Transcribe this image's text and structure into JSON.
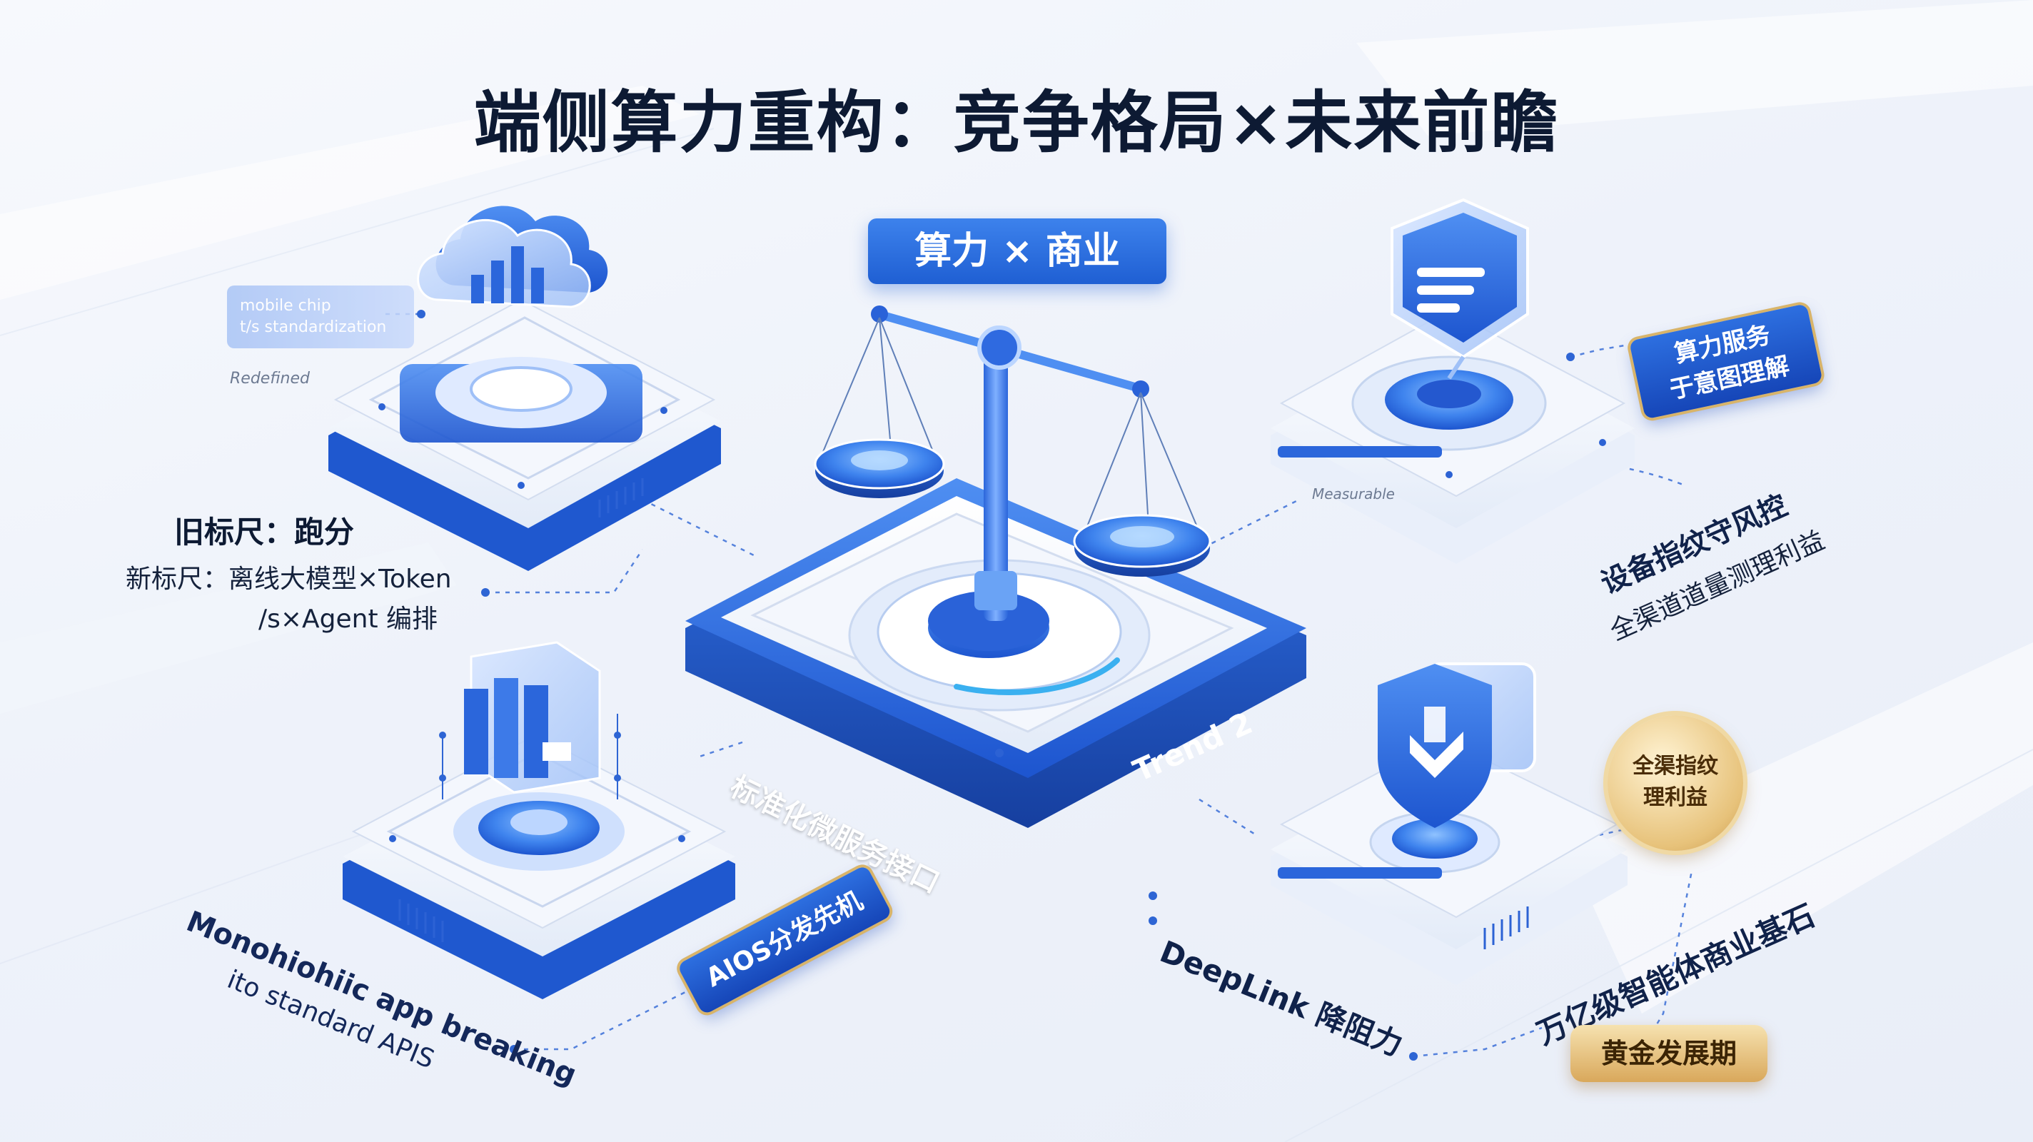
{
  "title": "端侧算力重构：竞争格局×未来前瞻",
  "center": {
    "pill": "算力 × 商业",
    "platform_text": "标准化微服务接口",
    "trend_label": "Trend 2"
  },
  "top_left": {
    "badge_line1": "mobile chip",
    "badge_line2": "t/s standardization",
    "sub_text": "Redefined",
    "old_metric": "旧标尺：跑分",
    "new_metric_line1": "新标尺：离线大模型×Token",
    "new_metric_line2": "/s×Agent 编排"
  },
  "bottom_left": {
    "caption_line1": "Monohiohiic app breaking",
    "caption_line2": "ito standard APIS",
    "tag": "AIOS分发先机"
  },
  "top_right": {
    "tag_line1": "算力服务",
    "tag_line2": "于意图理解",
    "device_label": "Measurable",
    "line1": "设备指纹守风控",
    "line2": "全渠道道量测理利益"
  },
  "bottom_right": {
    "medal_line1": "全渠指纹",
    "medal_line2": "理利益",
    "deeplink": "DeepLink 降阻力",
    "agent_line": "万亿级智能体商业基石",
    "gold_tag": "黄金发展期"
  },
  "colors": {
    "primary_blue": "#2563eb",
    "deep_blue": "#1646b8",
    "light_blue": "#dbe7fd",
    "gold": "#d9a85b",
    "text_dark": "#0d1a33"
  }
}
